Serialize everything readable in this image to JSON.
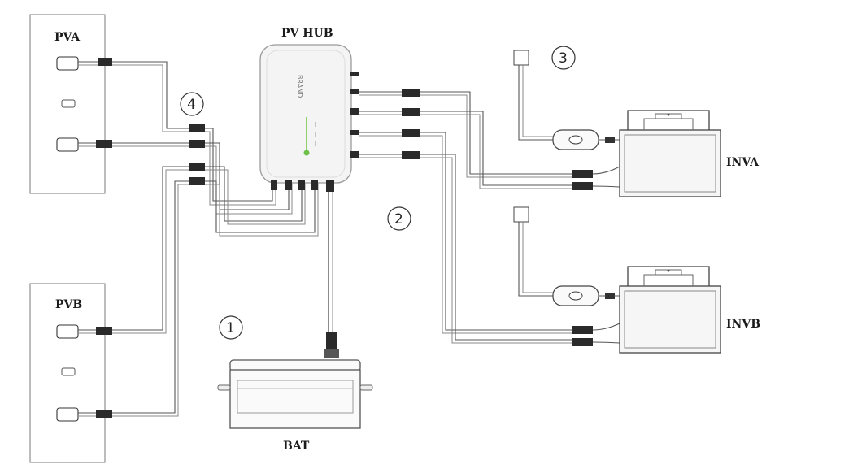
{
  "labels": {
    "pva": "PVA",
    "pvb": "PVB",
    "hub": "PV HUB",
    "inva": "INVA",
    "invb": "INVB",
    "bat": "BAT",
    "hub_brand": "BRAND"
  },
  "callouts": [
    "1",
    "2",
    "3",
    "4"
  ],
  "colors": {
    "led_on": "#6cc04a",
    "wire": "#555555",
    "connector": "#2a2a2a"
  }
}
